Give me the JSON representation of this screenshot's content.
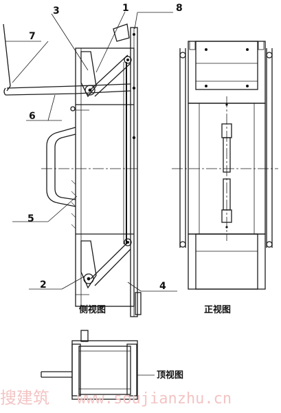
{
  "callouts": {
    "c1": "1",
    "c2": "2",
    "c3": "3",
    "c4": "4",
    "c5": "5",
    "c6": "6",
    "c7": "7",
    "c8": "8"
  },
  "views": {
    "side": "侧视图",
    "front": "正视图",
    "top": "顶视图"
  },
  "watermark": {
    "cn": "搜建筑",
    "url": "www.soujianzhu.cn"
  }
}
